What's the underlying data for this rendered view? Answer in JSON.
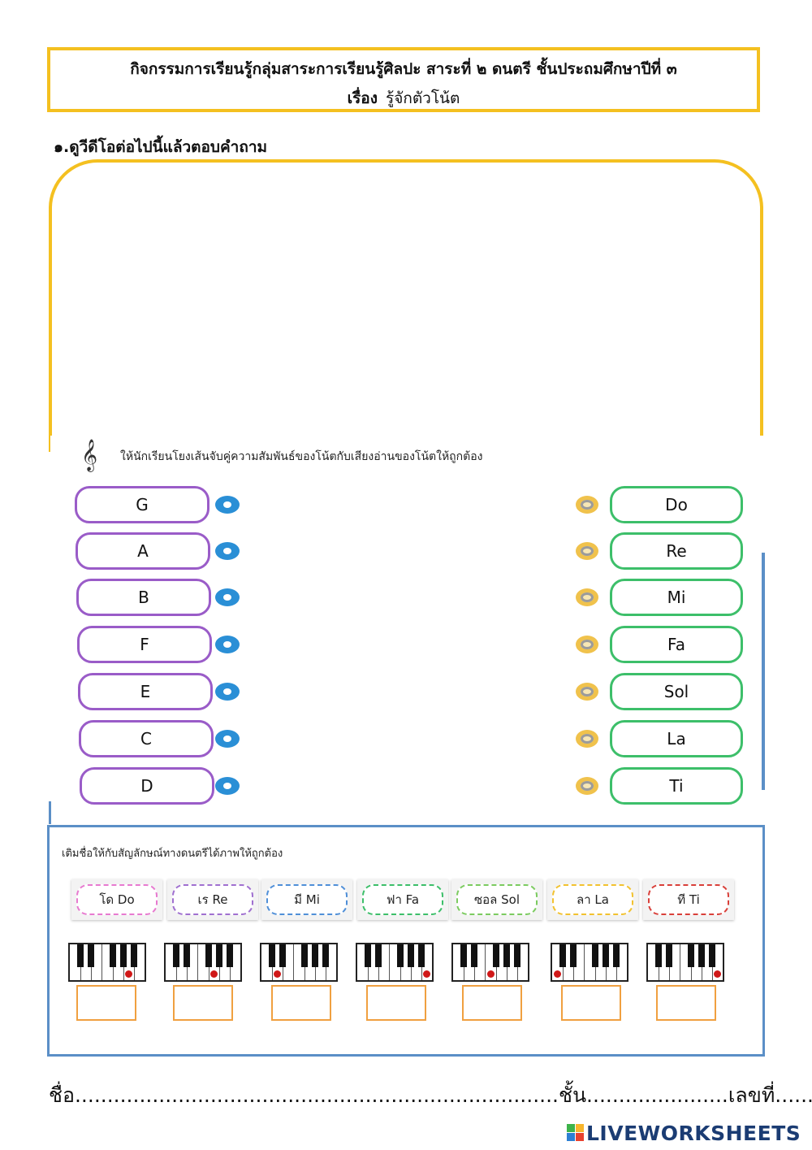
{
  "header": {
    "line1": "กิจกรรมการเรียนรู้กลุ่มสาระการเรียนรู้ศิลปะ สาระที่ ๒ ดนตรี ชั้นประถมศึกษาปีที่ ๓",
    "subject_label": "เรื่อง",
    "subject": "รู้จักตัวโน้ต"
  },
  "question1": "๑.ดูวีดีโอต่อไปนี้แล้วตอบคำถาม",
  "matching": {
    "instruction": "ให้นักเรียนโยงเส้นจับคู่ความสัมพันธ์ของโน้ตกับเสียงอ่านของโน้ตให้ถูกต้อง",
    "clef_icon": "treble-clef-icon",
    "left": [
      "G",
      "A",
      "B",
      "F",
      "E",
      "C",
      "D"
    ],
    "right": [
      "Do",
      "Re",
      "Mi",
      "Fa",
      "Sol",
      "La",
      "Ti"
    ],
    "colors": {
      "left_border": "#9a5cc8",
      "right_border": "#3dbf6a",
      "left_dot": "#2a8fd6",
      "right_dot": "#f0c24c"
    }
  },
  "fill": {
    "instruction": "เติมชื่อให้กับสัญลักษณ์ทางดนตรีได้ภาพให้ถูกต้อง",
    "cards": [
      {
        "label": "โด Do",
        "color": "#e77ad0"
      },
      {
        "label": "เร Re",
        "color": "#a070d0"
      },
      {
        "label": "มี Mi",
        "color": "#4f8fd8"
      },
      {
        "label": "ฟา Fa",
        "color": "#3dbf6a"
      },
      {
        "label": "ซอล Sol",
        "color": "#7ccb60"
      },
      {
        "label": "ลา La",
        "color": "#f2c230"
      },
      {
        "label": "ที Ti",
        "color": "#d9403a"
      }
    ],
    "pianos": [
      {
        "marked_white_key": 6
      },
      {
        "marked_white_key": 5
      },
      {
        "marked_white_key": 2
      },
      {
        "marked_white_key": 7
      },
      {
        "marked_white_key": 4
      },
      {
        "marked_white_key": 1
      },
      {
        "marked_white_key": 7
      }
    ]
  },
  "footer": {
    "text": "ชื่อ...........................................................................ชั้น......................เลขที่.........."
  },
  "branding": {
    "logo_text": "LIVEWORKSHEETS"
  }
}
